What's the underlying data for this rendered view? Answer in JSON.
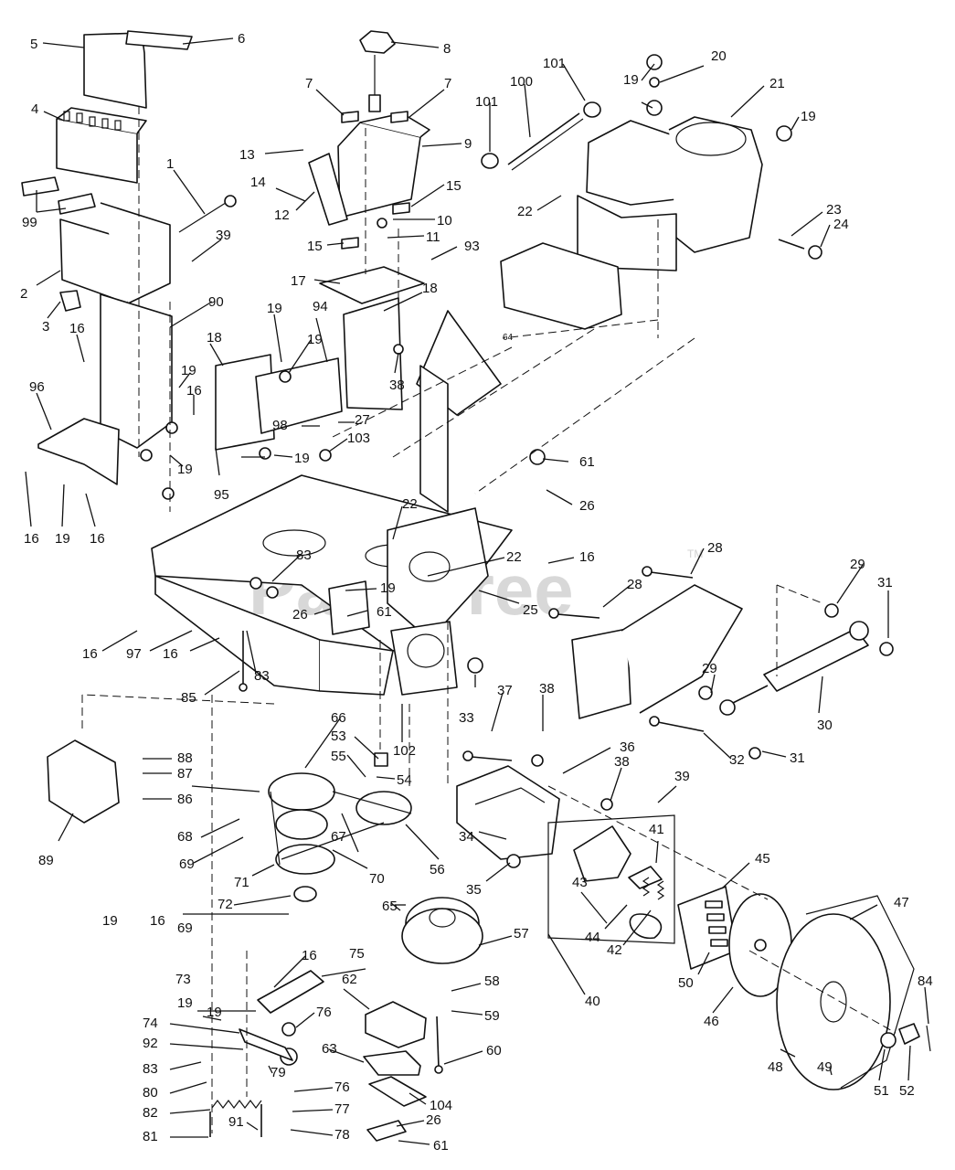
{
  "watermark": {
    "text": "PartsTree",
    "tm": "TM"
  },
  "callouts": {
    "c1": "1",
    "c2": "2",
    "c3": "3",
    "c4": "4",
    "c5": "5",
    "c6": "6",
    "c7a": "7",
    "c7b": "7",
    "c8": "8",
    "c9": "9",
    "c10": "10",
    "c11": "11",
    "c12": "12",
    "c13": "13",
    "c14": "14",
    "c15a": "15",
    "c15b": "15",
    "c16a": "16",
    "c16b": "16",
    "c16c": "16",
    "c16d": "16",
    "c16e": "16",
    "c16f": "16",
    "c16g": "16",
    "c16h": "16",
    "c16i": "16",
    "c17": "17",
    "c18a": "18",
    "c18b": "18",
    "c19a": "19",
    "c19b": "19",
    "c19c": "19",
    "c19d": "19",
    "c19e": "19",
    "c19f": "19",
    "c19g": "19",
    "c19h": "19",
    "c19i": "19",
    "c19j": "19",
    "c19k": "19",
    "c19l": "19",
    "c20": "20",
    "c21": "21",
    "c22a": "22",
    "c22b": "22",
    "c22c": "22",
    "c23": "23",
    "c24": "24",
    "c25": "25",
    "c26a": "26",
    "c26b": "26",
    "c26c": "26",
    "c27": "27",
    "c28a": "28",
    "c28b": "28",
    "c29a": "29",
    "c29b": "29",
    "c30": "30",
    "c31a": "31",
    "c31b": "31",
    "c32": "32",
    "c33": "33",
    "c34": "34",
    "c35": "35",
    "c36": "36",
    "c37": "37",
    "c38a": "38",
    "c38b": "38",
    "c38c": "38",
    "c39a": "39",
    "c39b": "39",
    "c40": "40",
    "c41": "41",
    "c42": "42",
    "c43": "43",
    "c44": "44",
    "c45": "45",
    "c46": "46",
    "c47": "47",
    "c48": "48",
    "c49": "49",
    "c50": "50",
    "c51": "51",
    "c52": "52",
    "c53": "53",
    "c54": "54",
    "c55": "55",
    "c56": "56",
    "c57": "57",
    "c58": "58",
    "c59": "59",
    "c60": "60",
    "c61a": "61",
    "c61b": "61",
    "c61c": "61",
    "c62": "62",
    "c63": "63",
    "c64": "64",
    "c65": "65",
    "c66": "66",
    "c67": "67",
    "c68": "68",
    "c69a": "69",
    "c69b": "69",
    "c70": "70",
    "c71": "71",
    "c72": "72",
    "c73": "73",
    "c74": "74",
    "c75": "75",
    "c76a": "76",
    "c76b": "76",
    "c77": "77",
    "c78": "78",
    "c79": "79",
    "c80": "80",
    "c81": "81",
    "c82": "82",
    "c83a": "83",
    "c83b": "83",
    "c83c": "83",
    "c84": "84",
    "c85": "85",
    "c86": "86",
    "c87": "87",
    "c88": "88",
    "c89": "89",
    "c90": "90",
    "c91": "91",
    "c92": "92",
    "c93": "93",
    "c94": "94",
    "c95": "95",
    "c96": "96",
    "c97": "97",
    "c98": "98",
    "c99": "99",
    "c100": "100",
    "c101a": "101",
    "c101b": "101",
    "c102": "102",
    "c103": "103",
    "c104": "104"
  }
}
